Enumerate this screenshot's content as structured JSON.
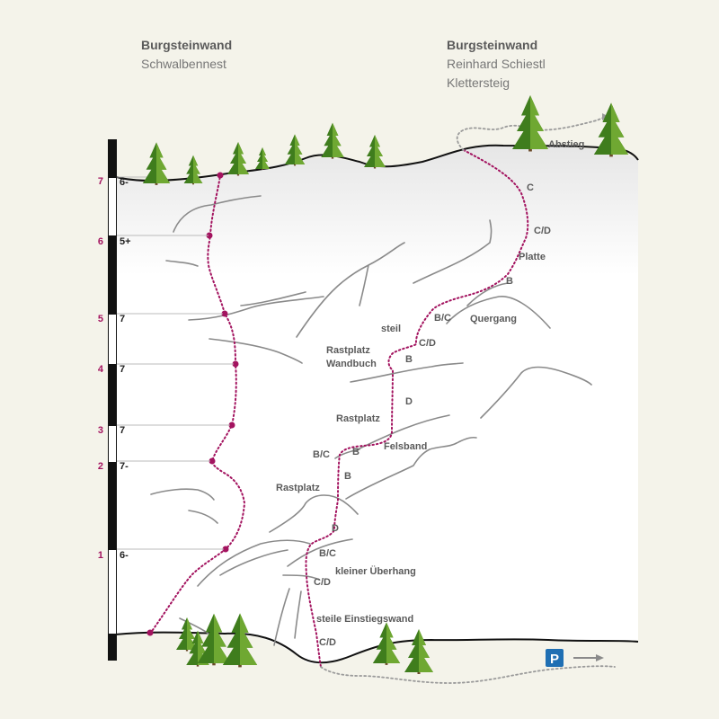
{
  "headers": {
    "left": {
      "title": "Burgsteinwand",
      "subtitle": "Schwalbennest"
    },
    "right": {
      "title": "Burgsteinwand",
      "subtitle_1": "Reinhard Schiestl",
      "subtitle_2": "Klettersteig"
    }
  },
  "pitches": {
    "numbers": [
      "7",
      "6",
      "5",
      "4",
      "3",
      "2",
      "1"
    ],
    "grades": [
      "6-",
      "5+",
      "7",
      "7",
      "7",
      "7-",
      "6-"
    ]
  },
  "klettersteig_labels": {
    "c_top": "C",
    "cd_1": "C/D",
    "platte": "Platte",
    "b_1": "B",
    "bc_1": "B/C",
    "quergang": "Quergang",
    "steil": "steil",
    "cd_2": "C/D",
    "rastplatz_wandbuch_1": "Rastplatz",
    "rastplatz_wandbuch_2": "Wandbuch",
    "b_2": "B",
    "d_1": "D",
    "rastplatz_2": "Rastplatz",
    "bc_2": "B/C",
    "b_3": "B",
    "felsband": "Felsband",
    "b_4": "B",
    "rastplatz_3": "Rastplatz",
    "d_2": "D",
    "bc_3": "B/C",
    "kleiner_ueberhang": "kleiner Überhang",
    "cd_3": "C/D",
    "steile_einstiegswand": "steile Einstiegswand",
    "cd_4": "C/D"
  },
  "abstieg": "Abstieg",
  "parking": "P",
  "colors": {
    "background": "#f4f3ea",
    "rock": "#ffffff",
    "route": "#a3135f",
    "lines": "#8a8a8a",
    "tree_dark": "#3f7d1d",
    "tree_light": "#6fa832",
    "parking": "#1f6fb3"
  }
}
